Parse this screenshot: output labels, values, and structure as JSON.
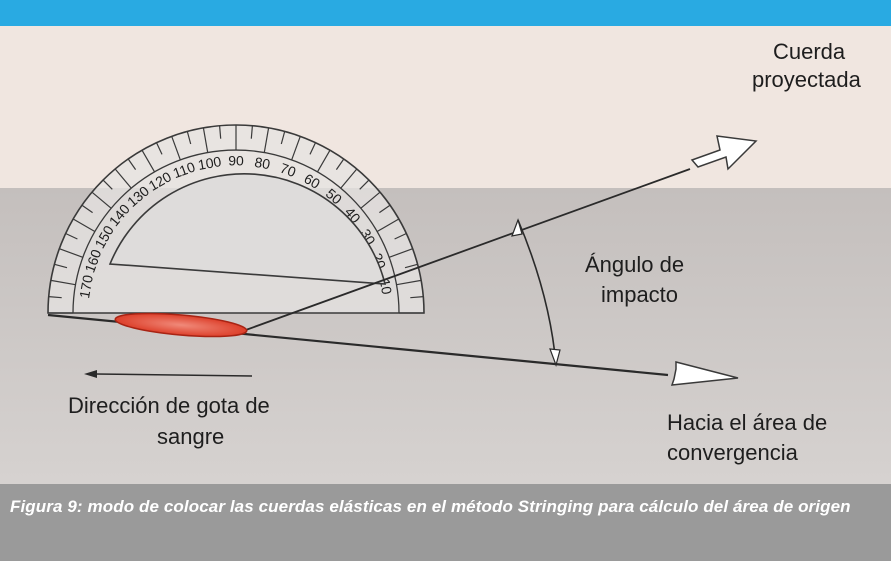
{
  "colors": {
    "accent_bar": "#29aae2",
    "wall": "#f0e6e0",
    "floor": "#cac6c4",
    "caption_bg": "#9a9a9a",
    "drop": "#e04a2e"
  },
  "protractor": {
    "scale_labels": [
      "10",
      "20",
      "30",
      "40",
      "50",
      "60",
      "70",
      "80",
      "90",
      "100",
      "110",
      "120",
      "130",
      "140",
      "150",
      "160",
      "170"
    ]
  },
  "labels": {
    "projected_string_line1": "Cuerda",
    "projected_string_line2": "proyectada",
    "impact_angle_line1": "Ángulo de",
    "impact_angle_line2": "impacto",
    "drop_direction_line1": "Dirección de gota de",
    "drop_direction_line2": "sangre",
    "convergence_line1": "Hacia el área de",
    "convergence_line2": "convergencia"
  },
  "caption": "Figura 9: modo de colocar las cuerdas elásticas en el método Stringing para cálculo del área de origen"
}
